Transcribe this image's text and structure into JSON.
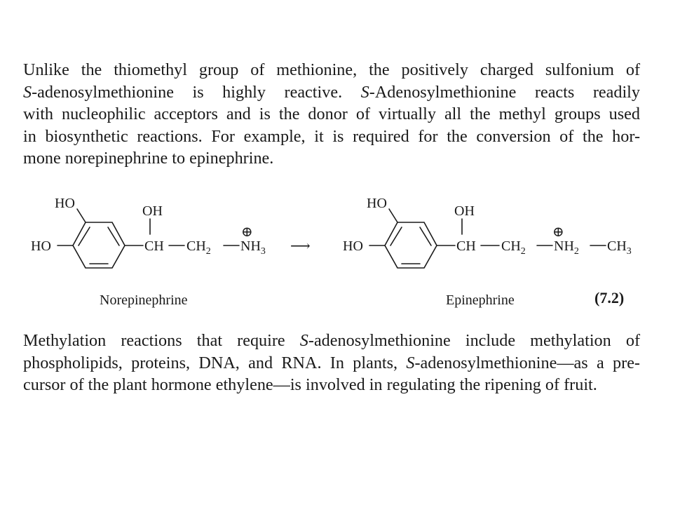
{
  "paragraph_1": {
    "lines": [
      [
        "Unlike the thiomethyl group of methionine, the positively charged sulfonium of"
      ],
      [
        "S",
        "-adenosylmethionine is highly reactive. ",
        "S",
        "-Adenosylmethionine reacts readily"
      ],
      [
        "with nucleophilic acceptors and is the donor of virtually all the methyl groups used"
      ],
      [
        "in biosynthetic reactions. For example, it is required for the conversion of the hor-"
      ],
      [
        "mone norepinephrine to epinephrine."
      ]
    ]
  },
  "scheme": {
    "reactant": {
      "ho_top": "HO",
      "ho_left": "HO",
      "oh": "OH",
      "ch": "CH",
      "ch2": "CH",
      "ch2_sub": "2",
      "nh3": "NH",
      "nh3_sub": "3",
      "charge": "⊕",
      "name": "Norepinephrine"
    },
    "arrow": "⟶",
    "product": {
      "ho_top": "HO",
      "ho_left": "HO",
      "oh": "OH",
      "ch": "CH",
      "ch2": "CH",
      "ch2_sub": "2",
      "nh2": "NH",
      "nh2_sub": "2",
      "ch3": "CH",
      "ch3_sub": "3",
      "charge": "⊕",
      "name": "Epinephrine"
    },
    "equation_number": "(7.2)"
  },
  "paragraph_2": {
    "lines": [
      [
        "Methylation reactions that require ",
        "S",
        "-adenosylmethionine include methylation of"
      ],
      [
        "phospholipids, proteins, DNA, and RNA. In plants, ",
        "S",
        "-adenosylmethionine—as a pre-"
      ],
      [
        "cursor of the plant hormone ethylene—is involved in regulating the ripening of fruit."
      ]
    ]
  }
}
